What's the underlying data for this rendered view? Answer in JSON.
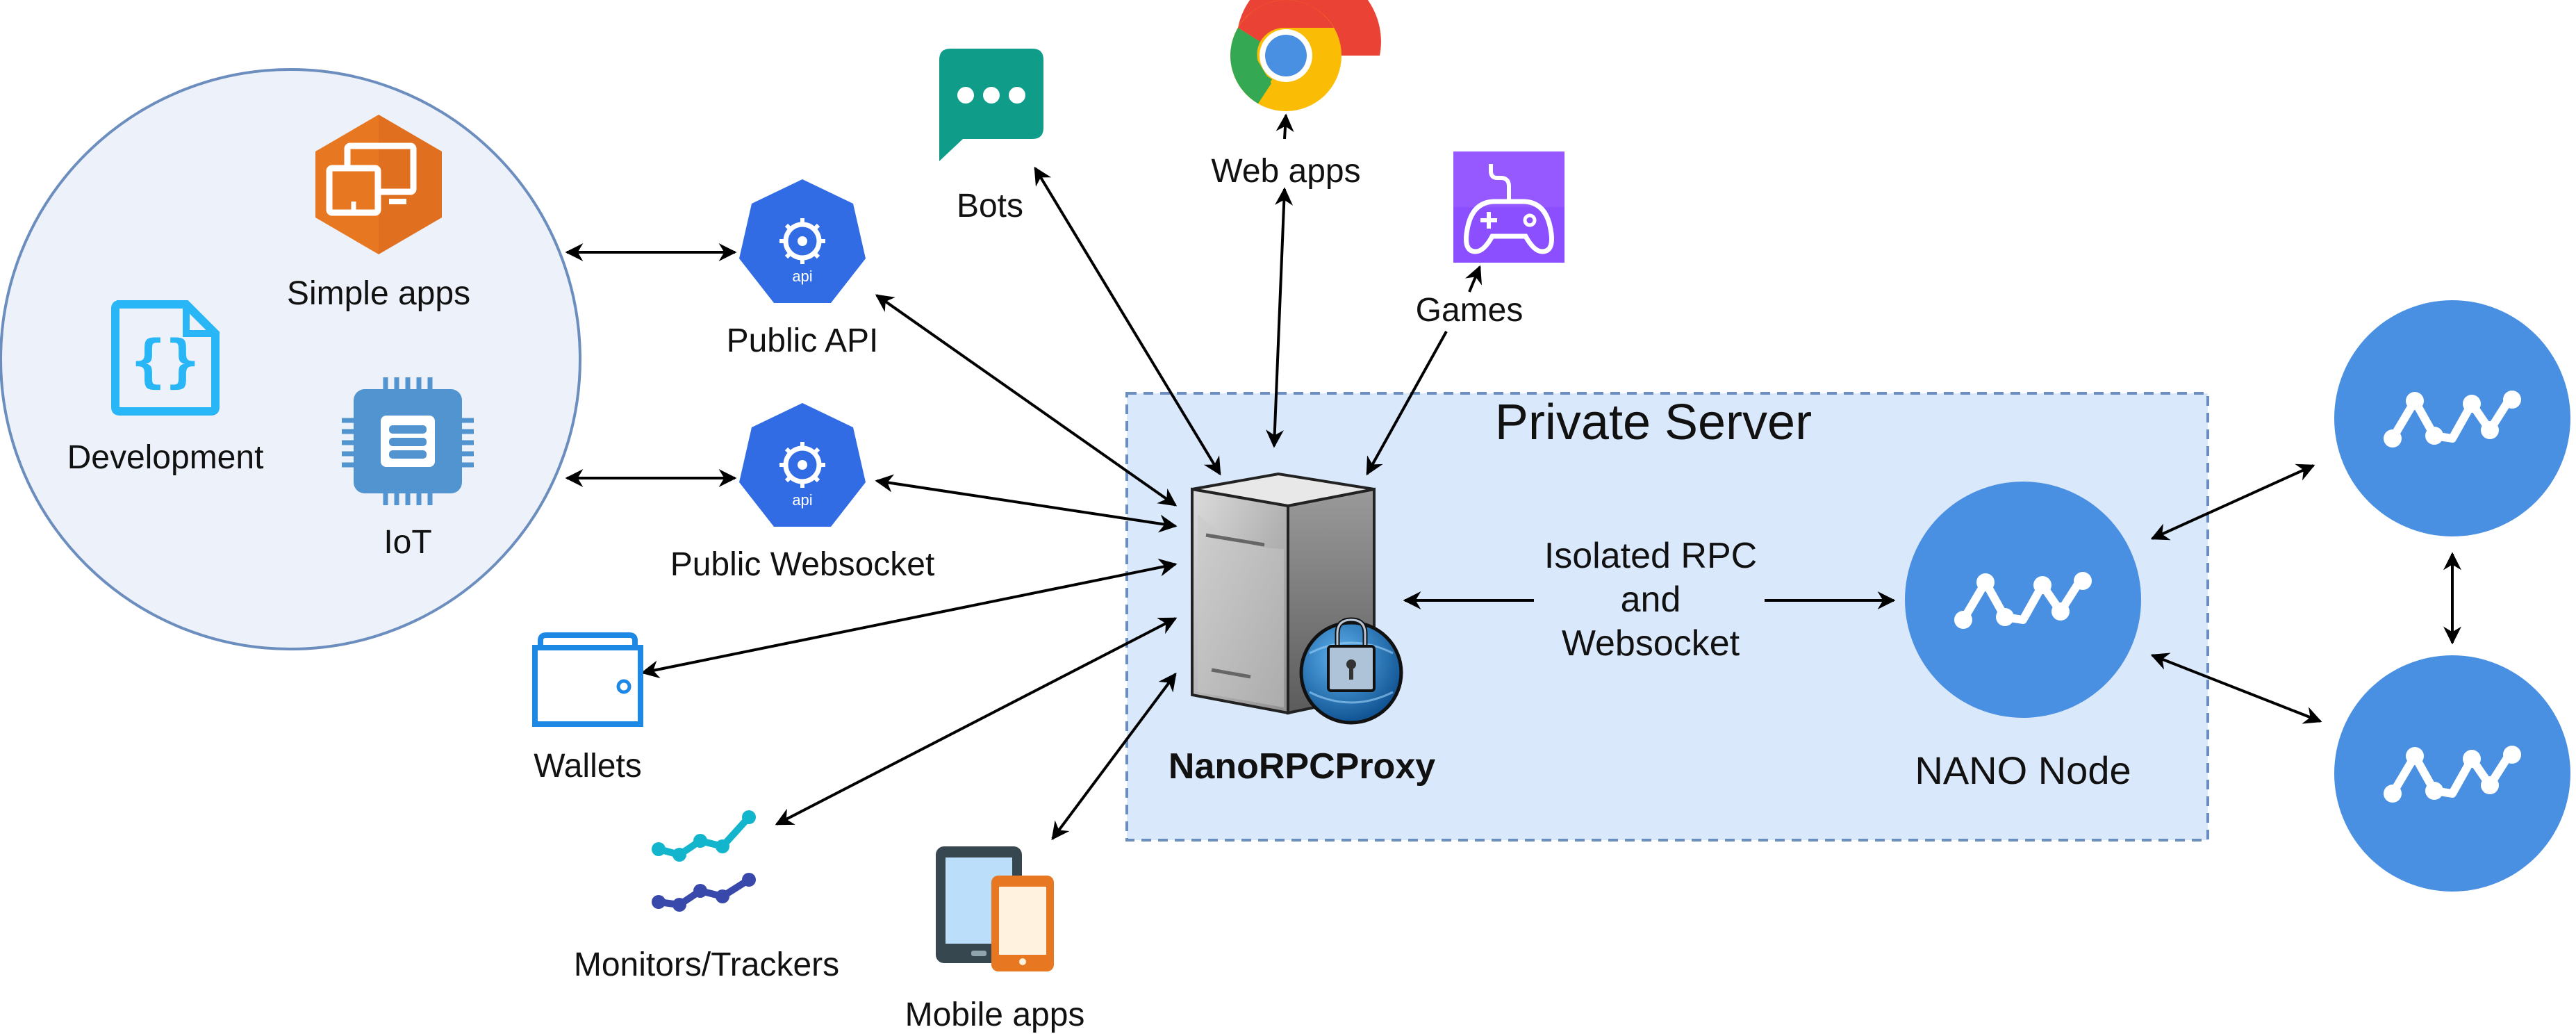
{
  "labels": {
    "simple_apps": "Simple apps",
    "development": "Development",
    "iot": "IoT",
    "public_api": "Public API",
    "public_websocket": "Public Websocket",
    "api_badge": "api",
    "bots": "Bots",
    "web_apps": "Web apps",
    "games": "Games",
    "wallets": "Wallets",
    "monitors": "Monitors/Trackers",
    "mobile_apps": "Mobile apps",
    "private_server": "Private Server",
    "isolated_line1": "Isolated RPC",
    "isolated_line2": "and",
    "isolated_line3": "Websocket",
    "proxy": "NanoRPCProxy",
    "nano_node": "NANO Node"
  },
  "colors": {
    "cluster_fill": "#EDF2FA",
    "cluster_stroke": "#6C8EBF",
    "server_fill": "#DAE8FC",
    "server_stroke": "#6C8EBF",
    "nano_blue": "#4A90E2",
    "api_blue": "#326CE5",
    "orange": "#E87722",
    "bots_teal": "#0F9D8A",
    "games_purple": "#8C4FFF",
    "wallet_blue": "#1E88E5",
    "dev_cyan": "#29B6F6",
    "iot_blue": "#5294CF",
    "arrow": "#000000"
  },
  "icons": [
    "monitor-desktop-icon",
    "json-file-icon",
    "chip-icon",
    "kubernetes-api-icon",
    "chat-bubble-icon",
    "chrome-icon",
    "gamepad-icon",
    "wallet-icon",
    "line-chart-icon",
    "tablet-phone-icon",
    "server-lock-icon",
    "nano-logo-icon"
  ]
}
